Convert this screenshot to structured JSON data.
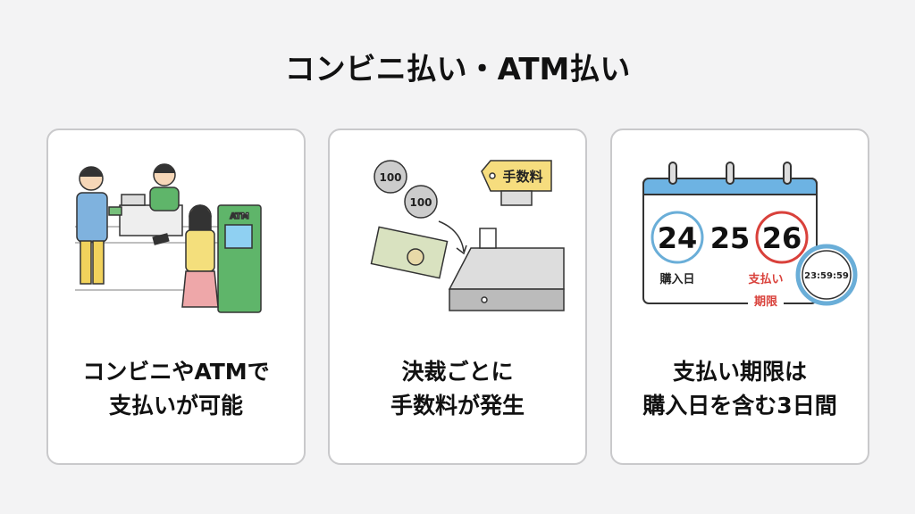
{
  "title": "コンビニ払い・ATM払い",
  "cards": [
    {
      "lines": [
        "コンビニやATMで",
        "支払いが可能"
      ],
      "atm_label": "ATM"
    },
    {
      "lines": [
        "決裁ごとに",
        "手数料が発生"
      ],
      "coin_label": "100",
      "tag_label": "手数料"
    },
    {
      "lines": [
        "支払い期限は",
        "購入日を含む3日間"
      ],
      "days": [
        "24",
        "25",
        "26"
      ],
      "purchase_label": "購入日",
      "deadline_label": [
        "支払い",
        "期限"
      ],
      "clock_time": "23:59:59"
    }
  ],
  "colors": {
    "blue_circle": "#6aaed8",
    "red_circle": "#d9413b",
    "calendar_header": "#6db3e3",
    "atm_green": "#5fb56a"
  }
}
